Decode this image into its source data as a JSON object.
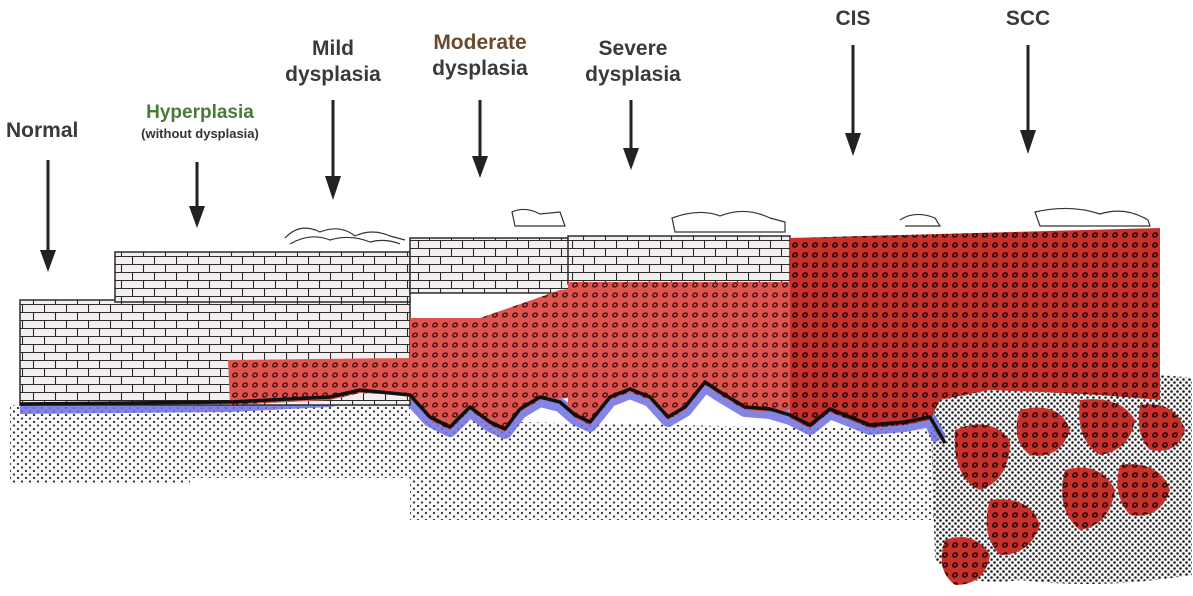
{
  "stages": [
    {
      "id": "normal",
      "line1": "Normal",
      "line2": "",
      "sub": ""
    },
    {
      "id": "hyperplasia",
      "line1": "Hyperplasia",
      "line2": "",
      "sub": "(without dysplasia)"
    },
    {
      "id": "mild",
      "line1": "Mild",
      "line2": "dysplasia",
      "sub": ""
    },
    {
      "id": "moderate",
      "line1": "Moderate",
      "line2": "dysplasia",
      "sub": ""
    },
    {
      "id": "severe",
      "line1": "Severe",
      "line2": "dysplasia",
      "sub": ""
    },
    {
      "id": "cis",
      "line1": "CIS",
      "line2": "",
      "sub": ""
    },
    {
      "id": "scc",
      "line1": "SCC",
      "line2": "",
      "sub": ""
    }
  ],
  "colors": {
    "label_default": "#3a3a3a",
    "label_hyperplasia": "#4a7a3a",
    "label_moderate": "#6a4a2e",
    "brick_fill": "#f2efee",
    "brick_line": "#2b2b2b",
    "dysplasia_red": "#e0544f",
    "cis_red": "#c8302c",
    "basement_blue": "#6d6fe0",
    "stroma_dot": "#333333",
    "arrow": "#222222"
  }
}
